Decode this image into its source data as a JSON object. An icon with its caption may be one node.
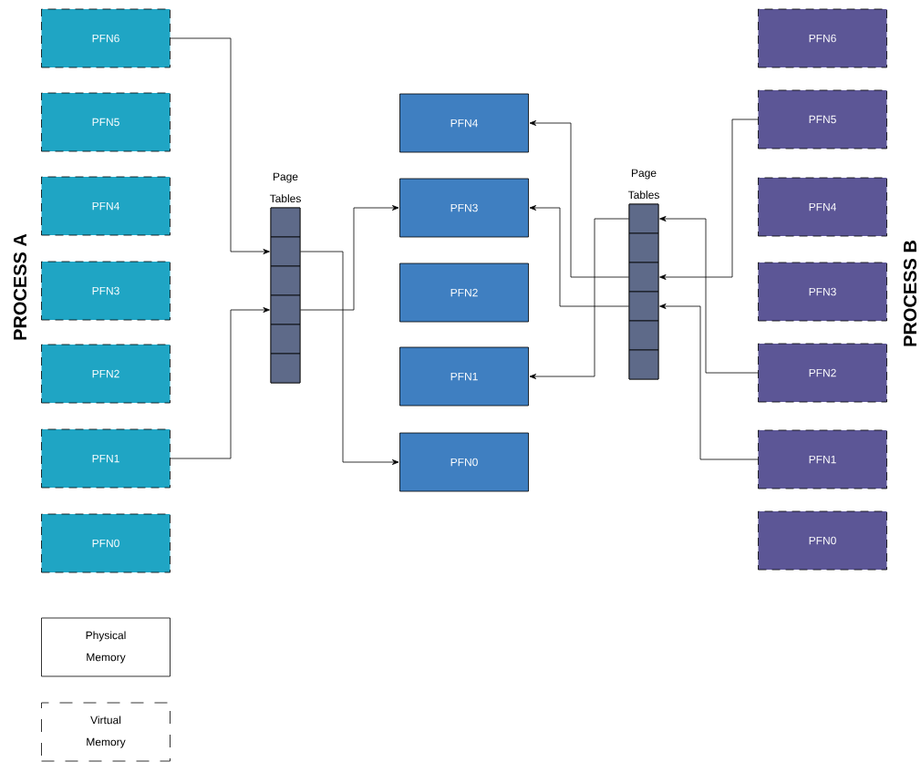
{
  "diagram": {
    "nodes": [
      {
        "text": [
          "PFN6"
        ]
      },
      {
        "text": [
          "PFN5"
        ]
      },
      {
        "text": [
          "PFN4"
        ]
      },
      {
        "text": [
          "PFN3"
        ]
      },
      {
        "text": [
          "PFN2"
        ]
      },
      {
        "text": [
          "PFN1"
        ]
      },
      {
        "text": [
          "PFN0"
        ]
      },
      {
        "text": [
          "Page Tables"
        ]
      },
      {
        "text": [],
        "shape": "box",
        "in": 7
      },
      {
        "text": [],
        "shape": "box",
        "in": 7
      },
      {
        "text": [],
        "shape": "box",
        "in": 7
      },
      {
        "text": [],
        "shape": "box",
        "in": 7
      },
      {
        "text": [],
        "shape": "box",
        "in": 7
      },
      {
        "text": [],
        "shape": "box",
        "in": 7
      },
      {
        "text": [
          "PFN4"
        ]
      },
      {
        "text": [
          "PFN3"
        ]
      },
      {
        "text": [
          "PFN2"
        ]
      },
      {
        "text": [
          "PFN1"
        ]
      },
      {
        "text": [
          "PFN0"
        ]
      },
      {
        "text": [
          "Page Tables"
        ]
      },
      {
        "text": [],
        "shape": "box",
        "in": 19
      },
      {
        "text": [],
        "shape": "box",
        "in": 19
      },
      {
        "text": [],
        "shape": "box",
        "in": 19
      },
      {
        "text": [],
        "shape": "box",
        "in": 19
      },
      {
        "text": [],
        "shape": "box",
        "in": 19
      },
      {
        "text": [],
        "shape": "box",
        "in": 19
      },
      {
        "text": [
          "PFN6"
        ]
      },
      {
        "text": [
          "PFN5"
        ]
      },
      {
        "text": [
          "PFN4"
        ]
      },
      {
        "text": [
          "PFN3"
        ]
      },
      {
        "text": [
          "PFN2"
        ]
      },
      {
        "text": [
          "PFN1"
        ]
      },
      {
        "text": [
          "PFN0"
        ]
      }
    ],
    "edges": [
      {
        "from": 0,
        "to": 9,
        "arrow": "to"
      },
      {
        "from": 5,
        "to": 11,
        "arrow": "to"
      },
      {
        "from": 9,
        "to": 18,
        "arrow": "to"
      },
      {
        "from": 11,
        "to": 15,
        "arrow": "to"
      },
      {
        "from": 20,
        "to": 17,
        "arrow": "to"
      },
      {
        "from": 22,
        "to": 14,
        "arrow": "to"
      },
      {
        "from": 23,
        "to": 15,
        "arrow": "to"
      },
      {
        "from": 27,
        "to": 22,
        "arrow": "to"
      },
      {
        "from": 30,
        "to": 20,
        "arrow": "to"
      },
      {
        "from": 31,
        "to": 23,
        "arrow": "to"
      }
    ],
    "labels": [
      "PROCESS A",
      "PROCESS B"
    ],
    "legend": [
      {
        "text": "Physical Memory"
      },
      {
        "text": "Virtual Memory"
      }
    ]
  }
}
